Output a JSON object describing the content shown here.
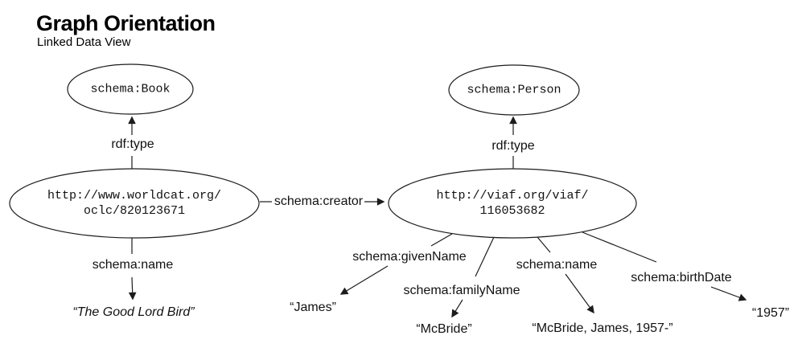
{
  "header": {
    "title": "Graph Orientation",
    "subtitle": "Linked Data View"
  },
  "nodes": {
    "book": {
      "label": "schema:Book"
    },
    "person": {
      "label": "schema:Person"
    },
    "worldcat": {
      "line1": "http://www.worldcat.org/",
      "line2": "oclc/820123671"
    },
    "viaf": {
      "line1": "http://viaf.org/viaf/",
      "line2": "116053682"
    }
  },
  "edges": {
    "book_type": "rdf:type",
    "person_type": "rdf:type",
    "creator": "schema:creator",
    "name_left": "schema:name",
    "given_name": "schema:givenName",
    "family_name": "schema:familyName",
    "name_right": "schema:name",
    "birth_date": "schema:birthDate"
  },
  "literals": {
    "book_name": "“The Good Lord Bird”",
    "given": "“James”",
    "family": "“McBride”",
    "full_name": "“McBride, James, 1957-”",
    "birth": "“1957”"
  },
  "colors": {
    "stroke": "#1c1c1c",
    "text": "#111111",
    "background": "#ffffff"
  }
}
